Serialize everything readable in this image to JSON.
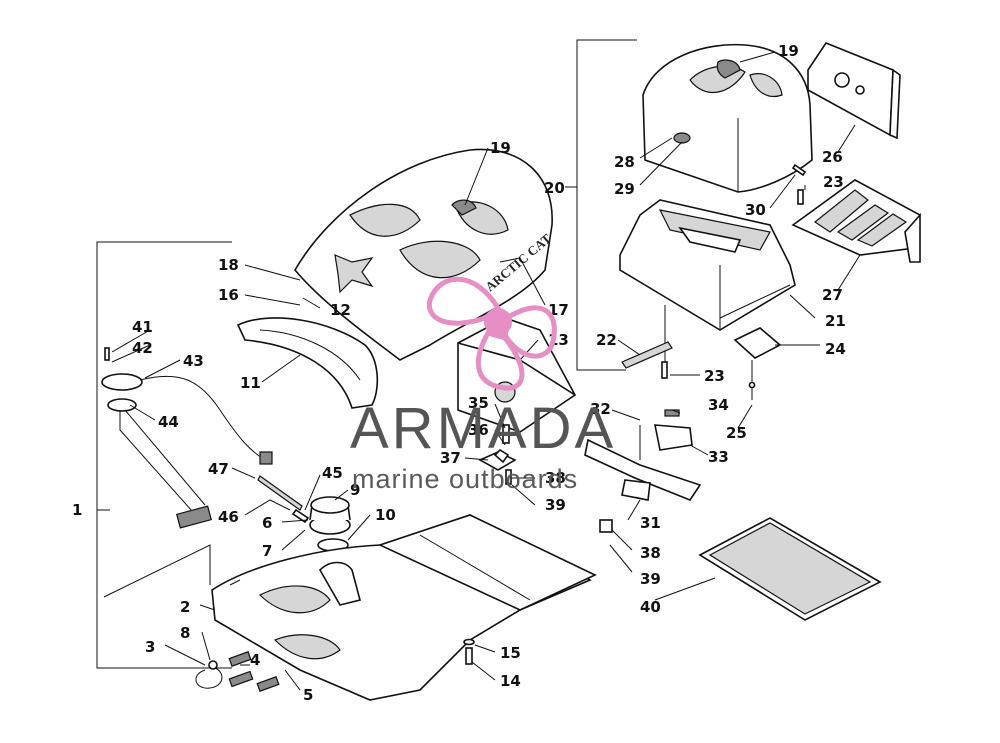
{
  "diagram": {
    "callouts": [
      {
        "id": "c1",
        "label": "1"
      },
      {
        "id": "c2",
        "label": "2"
      },
      {
        "id": "c3",
        "label": "3"
      },
      {
        "id": "c4",
        "label": "4"
      },
      {
        "id": "c5",
        "label": "5"
      },
      {
        "id": "c6",
        "label": "6"
      },
      {
        "id": "c7",
        "label": "7"
      },
      {
        "id": "c8",
        "label": "8"
      },
      {
        "id": "c9",
        "label": "9"
      },
      {
        "id": "c10",
        "label": "10"
      },
      {
        "id": "c11",
        "label": "11"
      },
      {
        "id": "c12",
        "label": "12"
      },
      {
        "id": "c13",
        "label": "13"
      },
      {
        "id": "c14",
        "label": "14"
      },
      {
        "id": "c15",
        "label": "15"
      },
      {
        "id": "c16",
        "label": "16"
      },
      {
        "id": "c17",
        "label": "17"
      },
      {
        "id": "c18",
        "label": "18"
      },
      {
        "id": "c19a",
        "label": "19"
      },
      {
        "id": "c19b",
        "label": "19"
      },
      {
        "id": "c20",
        "label": "20"
      },
      {
        "id": "c21",
        "label": "21"
      },
      {
        "id": "c22",
        "label": "22"
      },
      {
        "id": "c23a",
        "label": "23"
      },
      {
        "id": "c23b",
        "label": "23"
      },
      {
        "id": "c24",
        "label": "24"
      },
      {
        "id": "c25",
        "label": "25"
      },
      {
        "id": "c26",
        "label": "26"
      },
      {
        "id": "c27",
        "label": "27"
      },
      {
        "id": "c28",
        "label": "28"
      },
      {
        "id": "c29",
        "label": "29"
      },
      {
        "id": "c30",
        "label": "30"
      },
      {
        "id": "c31",
        "label": "31"
      },
      {
        "id": "c32",
        "label": "32"
      },
      {
        "id": "c33",
        "label": "33"
      },
      {
        "id": "c34",
        "label": "34"
      },
      {
        "id": "c35",
        "label": "35"
      },
      {
        "id": "c36",
        "label": "36"
      },
      {
        "id": "c37",
        "label": "37"
      },
      {
        "id": "c38a",
        "label": "38"
      },
      {
        "id": "c38b",
        "label": "38"
      },
      {
        "id": "c39a",
        "label": "39"
      },
      {
        "id": "c39b",
        "label": "39"
      },
      {
        "id": "c40",
        "label": "40"
      },
      {
        "id": "c41",
        "label": "41"
      },
      {
        "id": "c42",
        "label": "42"
      },
      {
        "id": "c43",
        "label": "43"
      },
      {
        "id": "c44",
        "label": "44"
      },
      {
        "id": "c45",
        "label": "45"
      },
      {
        "id": "c46",
        "label": "46"
      },
      {
        "id": "c47",
        "label": "47"
      }
    ],
    "seat_decal": "ARCTIC CAT"
  },
  "watermark": {
    "brand": "ARMADA",
    "tagline": "marine outboards",
    "logo_color": "#e58fc4",
    "text_color": "#555555"
  }
}
